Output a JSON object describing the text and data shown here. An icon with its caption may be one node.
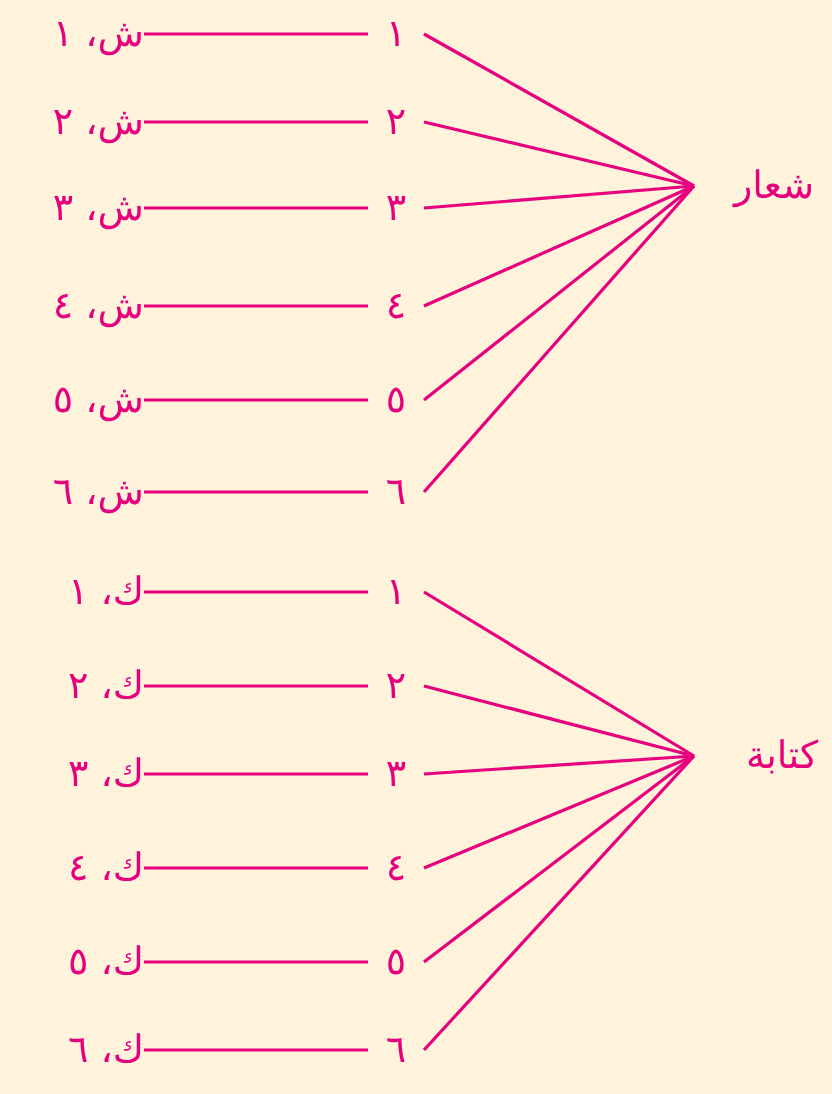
{
  "diagram": {
    "nodes": [
      {
        "text": [
          "شعار"
        ]
      },
      {
        "text": [
          "١"
        ]
      },
      {
        "text": [
          "٢"
        ]
      },
      {
        "text": [
          "٣"
        ]
      },
      {
        "text": [
          "٤"
        ]
      },
      {
        "text": [
          "٥"
        ]
      },
      {
        "text": [
          "٦"
        ]
      },
      {
        "text": [
          "ش، ١"
        ]
      },
      {
        "text": [
          "ش، ٢"
        ]
      },
      {
        "text": [
          "ش، ٣"
        ]
      },
      {
        "text": [
          "ش، ٤"
        ]
      },
      {
        "text": [
          "ش، ٥"
        ]
      },
      {
        "text": [
          "ش، ٦"
        ]
      },
      {
        "text": [
          "كتابة"
        ]
      },
      {
        "text": [
          "١"
        ]
      },
      {
        "text": [
          "٢"
        ]
      },
      {
        "text": [
          "٣"
        ]
      },
      {
        "text": [
          "٤"
        ]
      },
      {
        "text": [
          "٥"
        ]
      },
      {
        "text": [
          "٦"
        ]
      },
      {
        "text": [
          "ك، ١"
        ]
      },
      {
        "text": [
          "ك، ٢"
        ]
      },
      {
        "text": [
          "ك، ٣"
        ]
      },
      {
        "text": [
          "ك، ٤"
        ]
      },
      {
        "text": [
          "ك، ٥"
        ]
      },
      {
        "text": [
          "ك، ٦"
        ]
      }
    ],
    "edges": [
      {
        "from": 0,
        "to": 1,
        "arrow": "none"
      },
      {
        "from": 0,
        "to": 2,
        "arrow": "none"
      },
      {
        "from": 0,
        "to": 3,
        "arrow": "none"
      },
      {
        "from": 0,
        "to": 4,
        "arrow": "none"
      },
      {
        "from": 0,
        "to": 5,
        "arrow": "none"
      },
      {
        "from": 0,
        "to": 6,
        "arrow": "none"
      },
      {
        "from": 1,
        "to": 7,
        "arrow": "none"
      },
      {
        "from": 2,
        "to": 8,
        "arrow": "none"
      },
      {
        "from": 3,
        "to": 9,
        "arrow": "none"
      },
      {
        "from": 4,
        "to": 10,
        "arrow": "none"
      },
      {
        "from": 5,
        "to": 11,
        "arrow": "none"
      },
      {
        "from": 6,
        "to": 12,
        "arrow": "none"
      },
      {
        "from": 13,
        "to": 14,
        "arrow": "none"
      },
      {
        "from": 13,
        "to": 15,
        "arrow": "none"
      },
      {
        "from": 13,
        "to": 16,
        "arrow": "none"
      },
      {
        "from": 13,
        "to": 17,
        "arrow": "none"
      },
      {
        "from": 13,
        "to": 18,
        "arrow": "none"
      },
      {
        "from": 13,
        "to": 19,
        "arrow": "none"
      },
      {
        "from": 14,
        "to": 20,
        "arrow": "none"
      },
      {
        "from": 15,
        "to": 21,
        "arrow": "none"
      },
      {
        "from": 16,
        "to": 22,
        "arrow": "none"
      },
      {
        "from": 17,
        "to": 23,
        "arrow": "none"
      },
      {
        "from": 18,
        "to": 24,
        "arrow": "none"
      },
      {
        "from": 19,
        "to": 25,
        "arrow": "none"
      }
    ]
  }
}
